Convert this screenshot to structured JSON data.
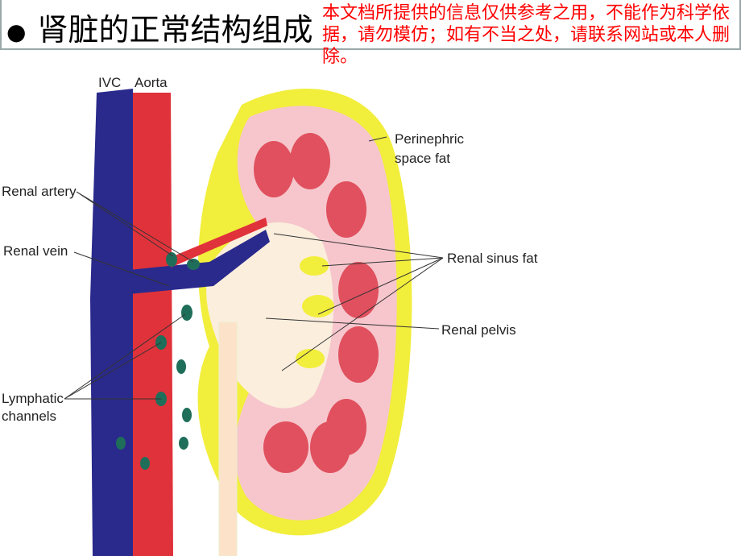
{
  "slide": {
    "title": "肾脏的正常结构组成",
    "disclaimer": "本文档所提供的信息仅供参考之用，不能作为科学依据，请勿模仿；如有不当之处，请联系网站或本人删除。"
  },
  "diagram": {
    "labels": {
      "ivc": "IVC",
      "aorta": "Aorta",
      "renal_artery": "Renal artery",
      "renal_vein": "Renal vein",
      "lymphatic_1": "Lymphatic",
      "lymphatic_2": "channels",
      "perinephric_1": "Perinephric",
      "perinephric_2": "space fat",
      "renal_sinus_fat": "Renal sinus fat",
      "renal_pelvis": "Renal pelvis"
    },
    "colors": {
      "ivc": "#2a2a8c",
      "aorta": "#e0323a",
      "fat": "#f2ee3c",
      "cortex": "#f6c6cc",
      "pyramid": "#e0505e",
      "lymph": "#1f6e5a"
    }
  }
}
